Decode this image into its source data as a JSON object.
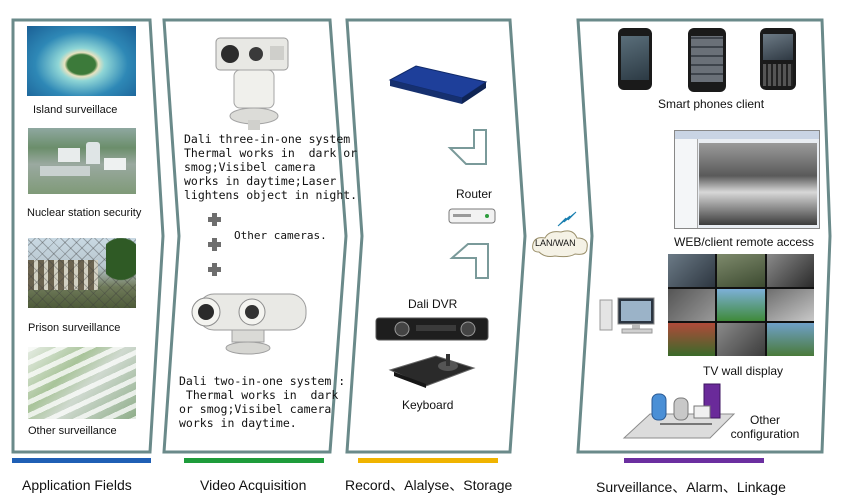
{
  "colors": {
    "application_bar": "#1f5fb5",
    "video_bar": "#1e9c3b",
    "record_bar": "#f0b400",
    "surveillance_bar": "#6b2fa0",
    "panel_border": "#6a8a8a"
  },
  "sections": {
    "application": "Application Fields",
    "video": "Video Acquisition",
    "record": "Record、Alalyse、Storage",
    "surveillance": "Surveillance、Alarm、Linkage"
  },
  "application_fields": [
    {
      "label": "Island surveillace",
      "icon": "island-photo"
    },
    {
      "label": "Nuclear station security",
      "icon": "nuclear-station-photo"
    },
    {
      "label": "Prison surveillance",
      "icon": "prison-photo"
    },
    {
      "label": "Other surveillance",
      "icon": "city-aerial-photo"
    }
  ],
  "video_acquisition": {
    "three_in_one": "Dali three-in-one system\nThermal works in  dark or\nsmog;Visibel camera\nworks in daytime;Laser\nlightens object in night.",
    "other_cameras": "Other cameras.",
    "two_in_one": "Dali two-in-one system :\n Thermal works in  dark\nor smog;Visibel camera\nworks in daytime."
  },
  "record": {
    "router": "Router",
    "dvr": "Dali DVR",
    "keyboard": "Keyboard"
  },
  "network": {
    "cloud": "LAN/WAN"
  },
  "surveillance": {
    "phones": "Smart phones client",
    "web": "WEB/client remote access",
    "tv": "TV wall display",
    "other": "Other\nconfiguration"
  }
}
